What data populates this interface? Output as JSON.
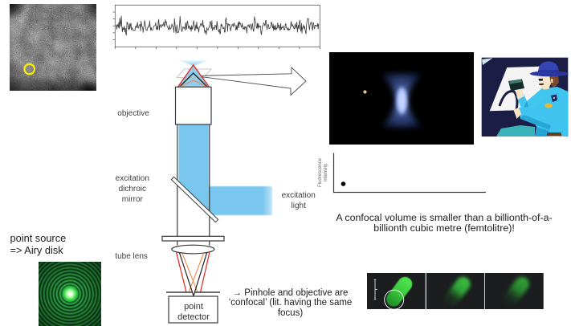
{
  "slide": {
    "microscope": {
      "objective_label": "objective",
      "dichroic_label": [
        "excitation",
        "dichroic",
        "mirror"
      ],
      "excitation_light_label": [
        "excitation",
        "light"
      ],
      "tube_lens_label": "tube lens",
      "detector_label": [
        "point",
        "detector"
      ],
      "pinhole_note": [
        "→ Pinhole and objective are",
        "‘confocal’ (lit. having the same",
        "focus)"
      ]
    },
    "point_source_note": [
      "point source",
      "=> Airy disk"
    ],
    "confocal_volume": {
      "caption": [
        "A confocal volume is smaller than a billionth-of-a-",
        "billionth cubic metre (femtolitre)!"
      ],
      "intensity_plot_y_label": [
        "Fluorescence",
        "intensity"
      ]
    }
  },
  "colors": {
    "excitation_beam": "#79c6ef",
    "ray_above_focus": "#e3251f",
    "ray_in_focus": "#1e1e1e",
    "ray_below_focus": "#ee8a4e",
    "focal_plane": "#b8b8b8",
    "optics_outline": "#3a3a3a",
    "region_marker": "#f5ea00",
    "confocal_volume_glow": "#a9c2ff",
    "gfp_green": "#3acb3d"
  }
}
